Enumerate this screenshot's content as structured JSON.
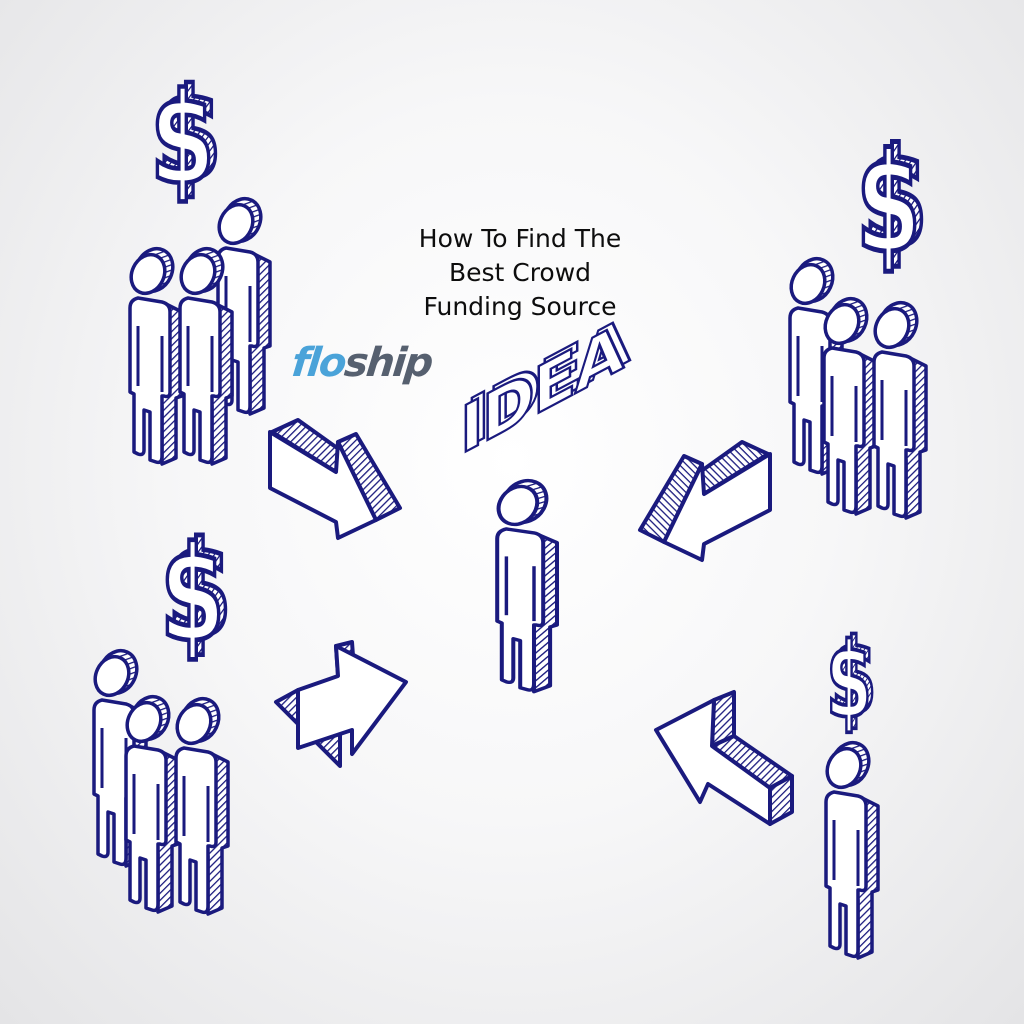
{
  "title": {
    "line1": "How To Find The",
    "line2": "Best Crowd",
    "line3": "Funding Source"
  },
  "logo": {
    "part1": "flo",
    "part2": "ship"
  },
  "center": {
    "word": "IDEA"
  },
  "colors": {
    "stroke": "#1a1a7e",
    "fill": "#ffffff",
    "logo_light": "#4aa3d9",
    "logo_dark": "#56606f",
    "title": "#0d0d0d"
  },
  "groups": [
    {
      "position": "top-left",
      "people": 3,
      "dollar_sign": true,
      "arrow_direction": "toward-center"
    },
    {
      "position": "top-right",
      "people": 3,
      "dollar_sign": true,
      "arrow_direction": "toward-center"
    },
    {
      "position": "bottom-left",
      "people": 3,
      "dollar_sign": true,
      "arrow_direction": "toward-center"
    },
    {
      "position": "bottom-right",
      "people": 1,
      "dollar_sign": true,
      "arrow_direction": "toward-center"
    }
  ]
}
